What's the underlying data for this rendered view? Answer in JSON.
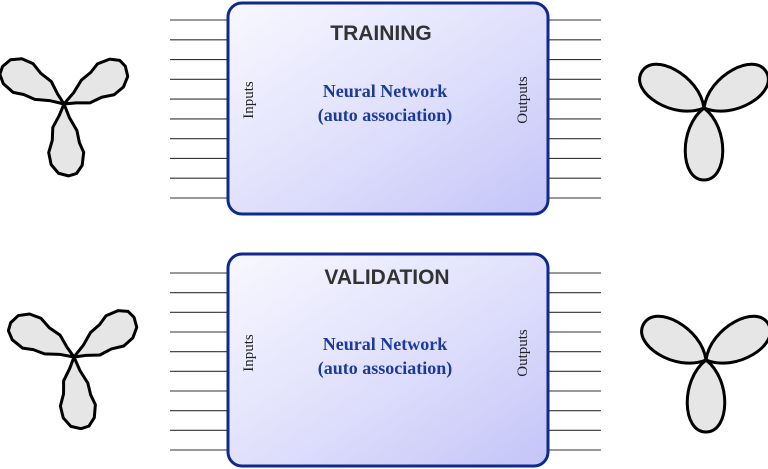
{
  "stages": [
    {
      "title": "TRAINING",
      "network_label_line1": "Neural Network",
      "network_label_line2": "(auto association)",
      "inputs_label": "Inputs",
      "outputs_label": "Outputs",
      "input_line_count": 10,
      "output_line_count": 10
    },
    {
      "title": "VALIDATION",
      "network_label_line1": "Neural Network",
      "network_label_line2": "(auto association)",
      "inputs_label": "Inputs",
      "outputs_label": "Outputs",
      "input_line_count": 10,
      "output_line_count": 10
    }
  ],
  "colors": {
    "box_border": "#0f2a8a",
    "box_fill_light": "#f8f8ff",
    "box_fill_dark": "#c4c4f8",
    "shape_fill": "#e6e6e6",
    "title_text": "#333333",
    "network_text": "#1a3a9c"
  }
}
